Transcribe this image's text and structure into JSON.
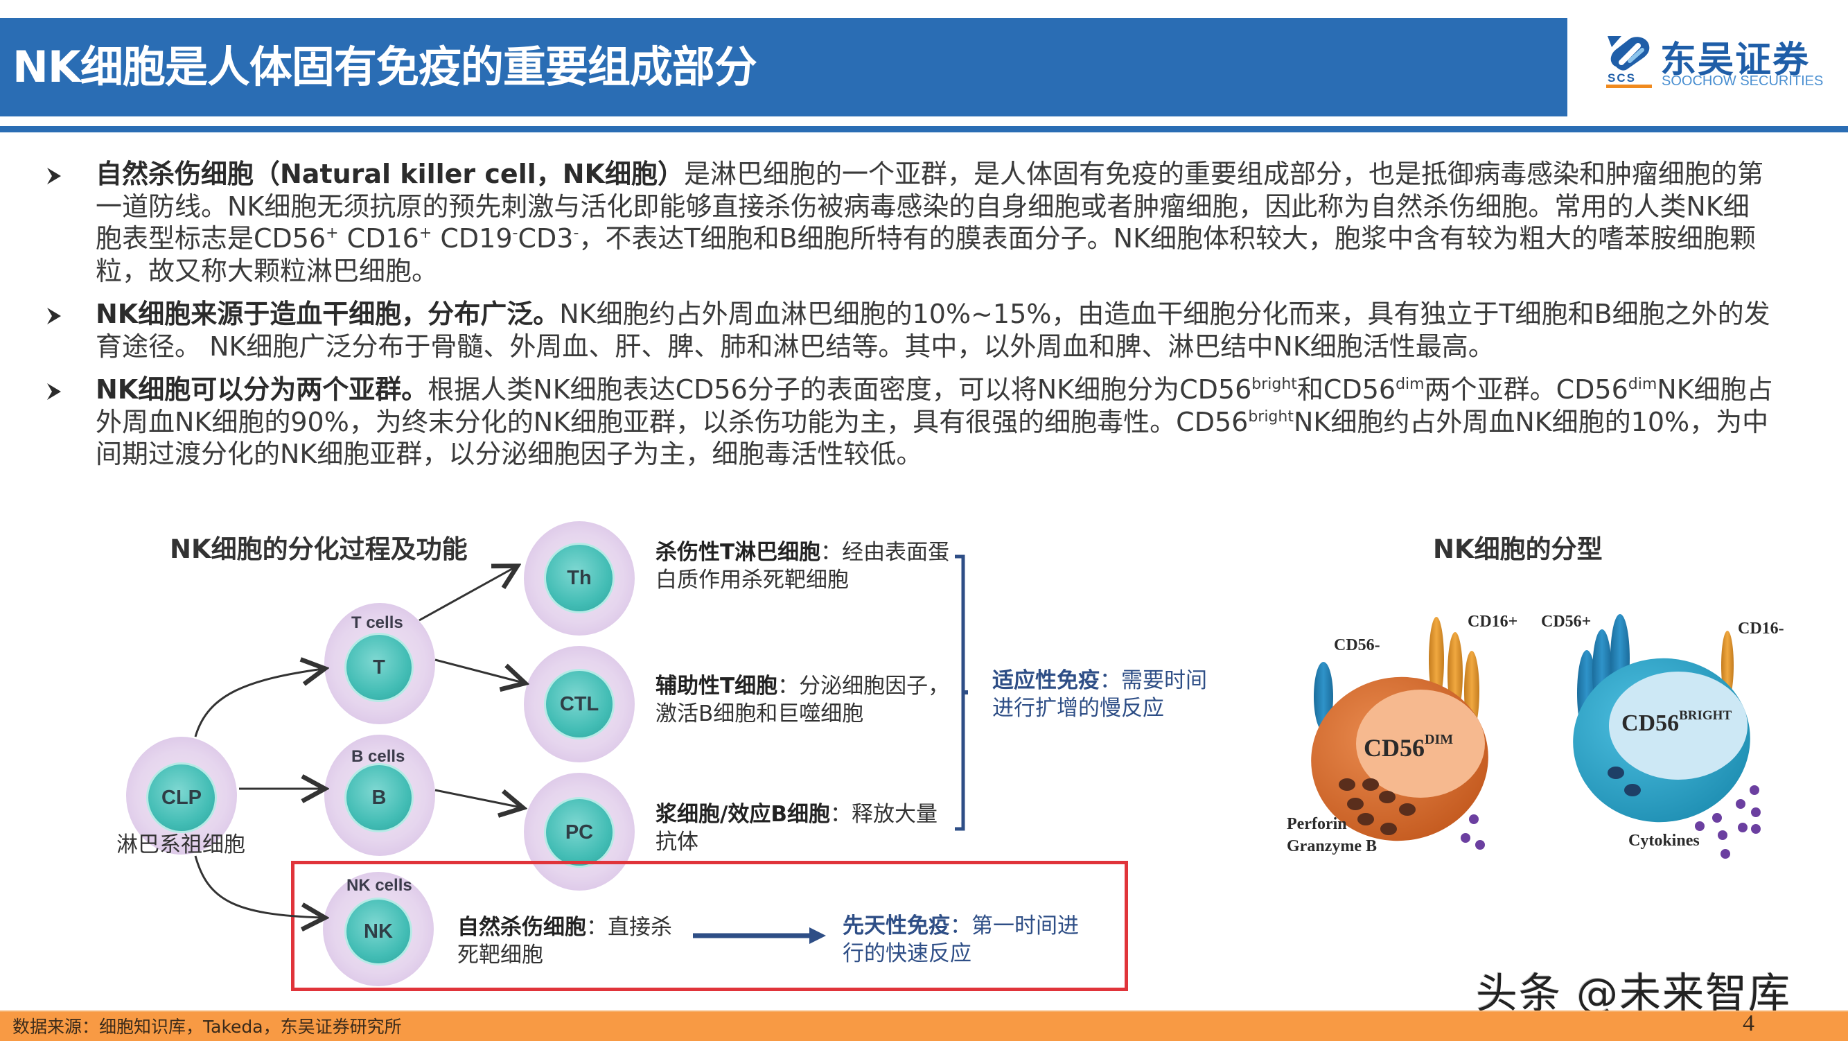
{
  "header": {
    "title": "NK细胞是人体固有免疫的重要组成部分",
    "logo": {
      "cn": "东吴证券",
      "en": "SOOCHOW SECURITIES",
      "mark": "SCS"
    }
  },
  "bullets": [
    {
      "bold": "自然杀伤细胞（Natural killer cell，NK细胞）",
      "text_1": "是淋巴细胞的一个亚群，是人体固有免疫的重要组成部分，也是抵御病毒感染和肿瘤细胞的第一道防线。NK细胞无须抗原的预先刺激与活化即能够直接杀伤被病毒感染的自身细胞或者肿瘤细胞，因此称为自然杀伤细胞。常用的人类NK细胞表型标志是CD56",
      "sup_1": "+",
      "text_2": " CD16",
      "sup_2": "+",
      "text_3": " CD19",
      "sup_3": "-",
      "text_4": "CD3",
      "sup_4": "-",
      "text_5": "，不表达T细胞和B细胞所特有的膜表面分子。NK细胞体积较大，胞浆中含有较为粗大的嗜苯胺细胞颗粒，故又称大颗粒淋巴细胞。"
    },
    {
      "bold": "NK细胞来源于造血干细胞，分布广泛。",
      "text_1": "NK细胞约占外周血淋巴细胞的10%~15%，由造血干细胞分化而来，具有独立于T细胞和B细胞之外的发育途径。 NK细胞广泛分布于骨髓、外周血、肝、脾、肺和淋巴结等。其中，以外周血和脾、淋巴结中NK细胞活性最高。"
    },
    {
      "bold": "NK细胞可以分为两个亚群。",
      "text_1": "根据人类NK细胞表达CD56分子的表面密度，可以将NK细胞分为CD56",
      "sup_1": "bright",
      "text_2": "和CD56",
      "sup_2": "dim",
      "text_3": "两个亚群。CD56",
      "sup_3": "dim",
      "text_4": "NK细胞占外周血NK细胞的90%，为终末分化的NK细胞亚群，以杀伤功能为主，具有很强的细胞毒性。CD56",
      "sup_4": "bright",
      "text_5": "NK细胞约占外周血NK细胞的10%，为中间期过渡分化的NK细胞亚群，以分泌细胞因子为主，细胞毒活性较低。"
    }
  ],
  "left_diagram": {
    "title": "NK细胞的分化过程及功能",
    "cells": {
      "clp": {
        "label": "CLP",
        "caption": "淋巴系祖细胞"
      },
      "t": {
        "label": "T",
        "group": "T cells"
      },
      "b": {
        "label": "B",
        "group": "B cells"
      },
      "th": {
        "label": "Th"
      },
      "ctl": {
        "label": "CTL"
      },
      "pc": {
        "label": "PC"
      },
      "nk": {
        "label": "NK",
        "group": "NK cells"
      }
    },
    "descriptions": {
      "cytotoxic_t": {
        "bold": "杀伤性T淋巴细胞",
        "text": "：经由表面蛋白质作用杀死靶细胞"
      },
      "helper_t": {
        "bold": "辅助性T细胞",
        "text": "：分泌细胞因子，激活B细胞和巨噬细胞"
      },
      "plasma_b": {
        "bold": "浆细胞/效应B细胞",
        "text": "：释放大量抗体"
      },
      "nk": {
        "bold": "自然杀伤细胞",
        "text": "：直接杀死靶细胞"
      }
    },
    "adaptive": {
      "bold": "适应性免疫",
      "text": "：需要时间进行扩增的慢反应"
    },
    "innate": {
      "bold": "先天性免疫",
      "text": "：第一时间进行的快速反应"
    },
    "colors": {
      "bracket": "#2e4e86",
      "highlight_box": "#e0343a",
      "cell_outer": "#e6d6ee",
      "nucleus": "#43bdb5"
    }
  },
  "right_diagram": {
    "title": "NK细胞的分型",
    "dim_cell": {
      "name": "CD56",
      "sup": "DIM",
      "receptor_left": "CD56-",
      "receptor_right": "CD16+",
      "granules": "Perforin",
      "granules_2": "Granzyme B",
      "color": "#d9692e"
    },
    "bright_cell": {
      "name": "CD56",
      "sup": "BRIGHT",
      "receptor_left": "CD56+",
      "receptor_right": "CD16-",
      "secretion": "Cytokines",
      "color": "#2ea3c8"
    }
  },
  "footer": {
    "source": "数据来源：细胞知识库，Takeda，东吴证券研究所",
    "page": "4",
    "watermark": "头条 @未来智库"
  }
}
